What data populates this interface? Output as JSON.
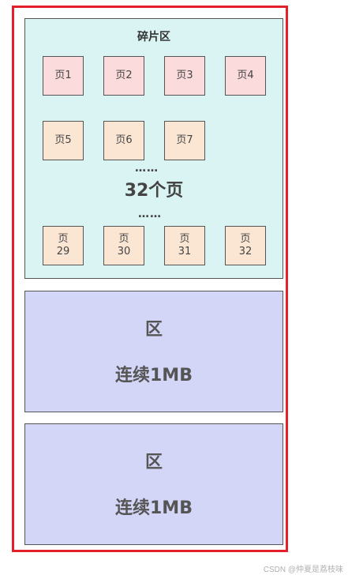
{
  "fragment_zone": {
    "title": "碎片区",
    "pages": [
      {
        "label": "页1",
        "kind": "pink"
      },
      {
        "label": "页2",
        "kind": "pink"
      },
      {
        "label": "页3",
        "kind": "pink"
      },
      {
        "label": "页4",
        "kind": "pink"
      },
      {
        "label": "页5",
        "kind": "peach"
      },
      {
        "label": "页6",
        "kind": "peach"
      },
      {
        "label": "页7",
        "kind": "peach"
      },
      {
        "label": "页\n29",
        "kind": "peach"
      },
      {
        "label": "页\n30",
        "kind": "peach"
      },
      {
        "label": "页\n31",
        "kind": "peach"
      },
      {
        "label": "页\n32",
        "kind": "peach"
      }
    ],
    "ellipsis_top": "……",
    "ellipsis_bottom": "……",
    "count_label": "32个页"
  },
  "extents": [
    {
      "title": "区",
      "subtitle": "连续1MB"
    },
    {
      "title": "区",
      "subtitle": "连续1MB"
    }
  ],
  "colors": {
    "frame": "#e3202a",
    "fragment_bg": "#d9f4f3",
    "page_pink": "#fbdbdb",
    "page_peach": "#fbe6d4",
    "extent_bg": "#d3d6f7"
  },
  "watermark": "CSDN @仲夏是荔枝味"
}
